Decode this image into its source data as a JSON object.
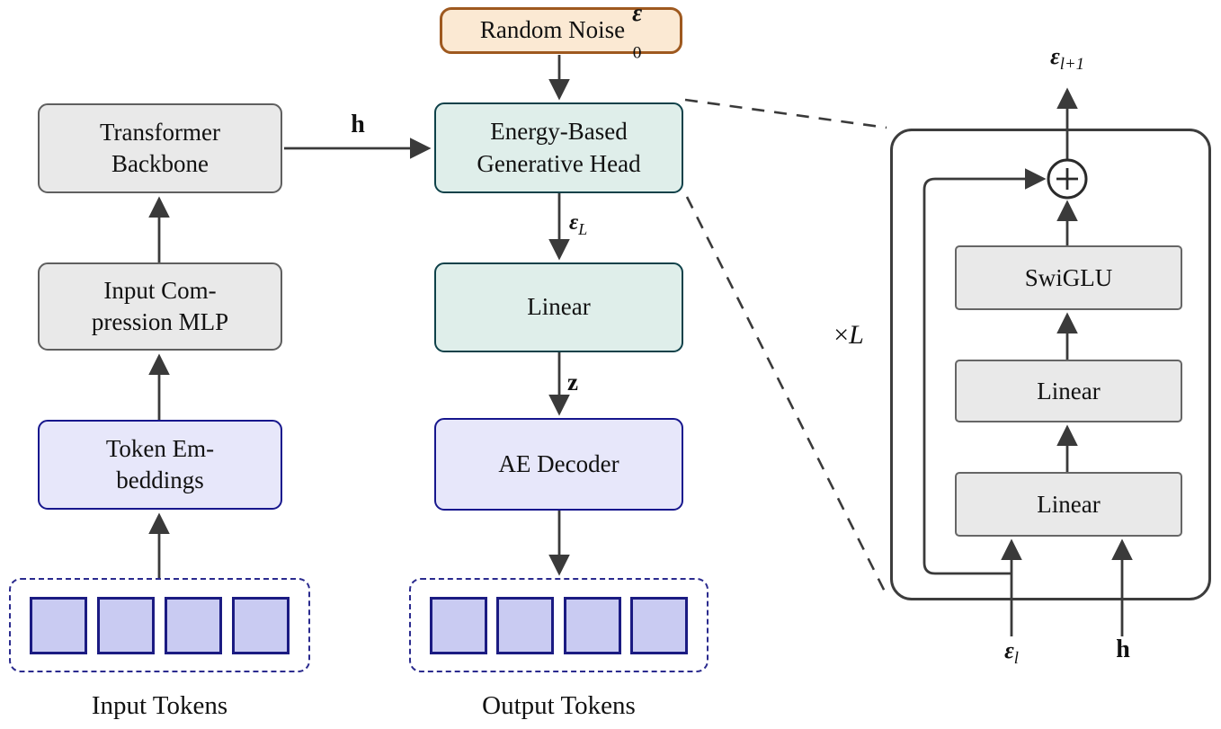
{
  "palette": {
    "arrow": "#3a3a3a",
    "text": "#111111",
    "orange_fill": "#fbe9d3",
    "orange_border": "#9e591f",
    "gray_fill": "#e9e9e9",
    "gray_border": "#5f5f5f",
    "teal_fill": "#dfeeea",
    "teal_border": "#0e4149",
    "lavender_fill": "#e7e7fa",
    "lavender_border": "#17178d",
    "token_fill": "#c9cbf2",
    "token_border": "#1b1b82",
    "dashed_border": "#2b2b8e",
    "panel_border": "#3d3d3d",
    "inner_box_fill": "#e9e9e9",
    "inner_box_border": "#666666"
  },
  "nodes": {
    "random_noise": {
      "text": "Random Noise",
      "symbol": "ε",
      "sub": "0"
    },
    "transformer_backbone": {
      "line1": "Transformer",
      "line2": "Backbone"
    },
    "input_compression_mlp": {
      "line1": "Input Com-",
      "line2": "pression MLP"
    },
    "token_embeddings": {
      "line1": "Token Em-",
      "line2": "beddings"
    },
    "energy_head": {
      "line1": "Energy-Based",
      "line2": "Generative Head"
    },
    "linear": {
      "label": "Linear"
    },
    "ae_decoder": {
      "label": "AE Decoder"
    },
    "input_tokens": {
      "label": "Input Tokens"
    },
    "output_tokens": {
      "label": "Output Tokens"
    }
  },
  "edge_labels": {
    "h": "h",
    "eps_L": {
      "base": "ε",
      "sub": "L"
    },
    "z": "z"
  },
  "detail_panel": {
    "swiglu": {
      "label": "SwiGLU"
    },
    "linear_mid": {
      "label": "Linear"
    },
    "linear_bottom": {
      "label": "Linear"
    },
    "repeat": {
      "times": "×",
      "var": "L"
    },
    "eps_out": {
      "base": "ε",
      "sub": "l+1"
    },
    "eps_in": {
      "base": "ε",
      "sub": "l"
    },
    "h_in": "h"
  }
}
